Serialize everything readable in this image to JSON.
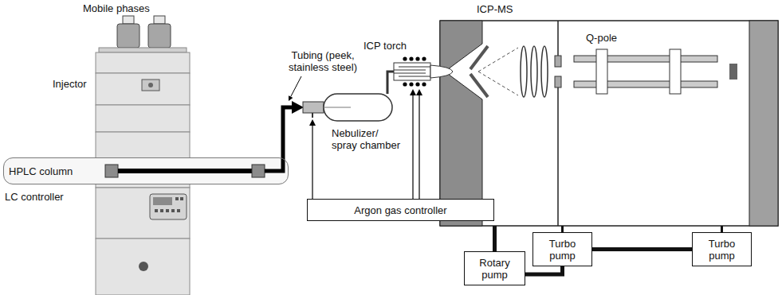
{
  "diagram": {
    "nodes": [
      {
        "text": [
          "ICP-MS"
        ]
      },
      {
        "text": [
          "HPLC column"
        ]
      },
      {
        "text": [
          "Turbo pump"
        ]
      },
      {
        "text": [
          "Turbo pump"
        ]
      },
      {
        "text": [
          "Argon gas controller"
        ]
      },
      {
        "text": [
          "Rotary pump"
        ]
      }
    ],
    "edges": [
      {
        "from": 5,
        "to": 0,
        "arrow": "none"
      },
      {
        "from": 5,
        "to": 2,
        "arrow": "none"
      },
      {
        "from": 2,
        "to": 3,
        "arrow": "none"
      },
      {
        "from": 2,
        "to": 0,
        "arrow": "none"
      },
      {
        "from": 3,
        "to": 0,
        "arrow": "none"
      }
    ],
    "labels": [
      "Mobile phases",
      "Tubing (peek, stainless steel)",
      "ICP torch",
      "Q-pole",
      "Injector",
      "Nebulizer/ spray chamber",
      "LC controller"
    ]
  }
}
